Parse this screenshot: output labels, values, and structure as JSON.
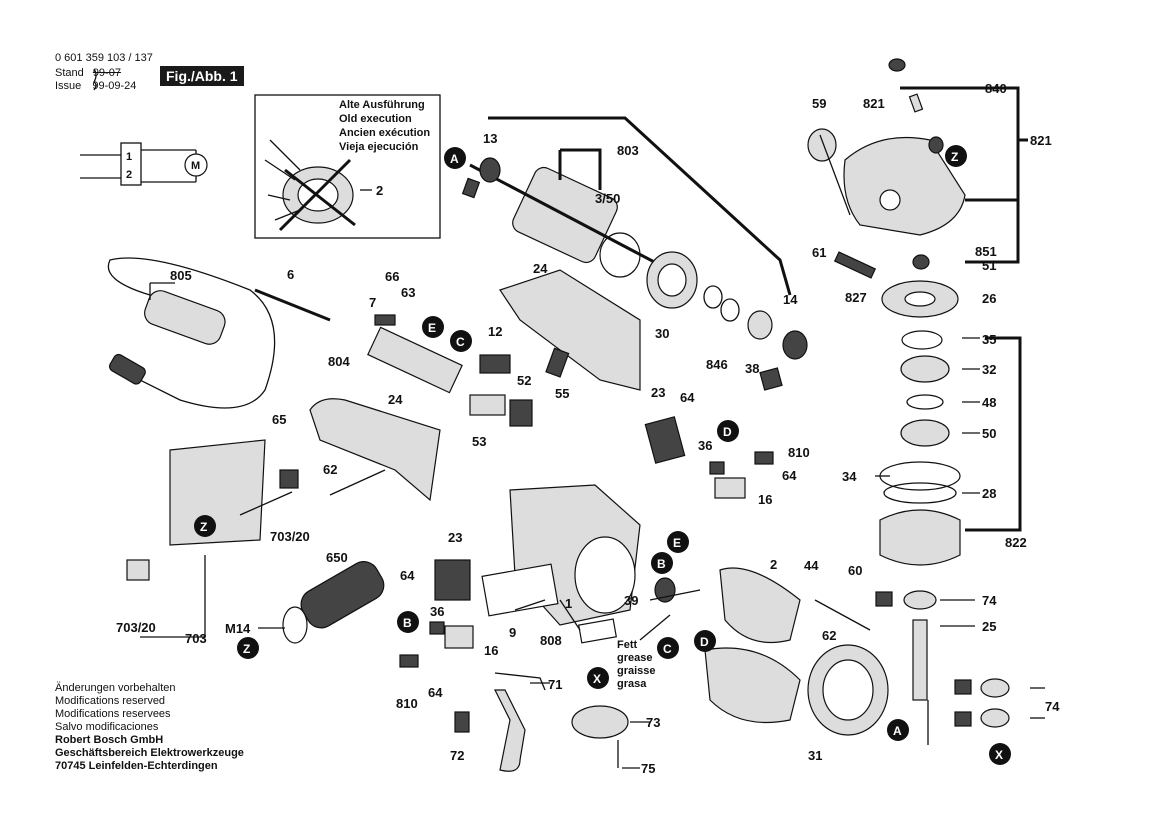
{
  "header": {
    "part_number": "0 601 359 103 / 137",
    "stand_label": "Stand",
    "stand_old": "99-07",
    "issue_label": "Issue",
    "issue_date": "99-09-24",
    "figure_label": "Fig./Abb. 1"
  },
  "inset": {
    "lines": [
      "Alte Ausführung",
      "Old execution",
      "Ancien exécution",
      "Vieja ejecución"
    ],
    "part": "2"
  },
  "wiring": {
    "terminal_1": "1",
    "terminal_2": "2",
    "motor": "M"
  },
  "grease_note": [
    "Fett",
    "grease",
    "graisse",
    "grasa"
  ],
  "footer": {
    "notes": [
      "Änderungen vorbehalten",
      "Modifications reserved",
      "Modifications reservees",
      "Salvo modificaciones"
    ],
    "company": [
      "Robert Bosch GmbH",
      "Geschäftsbereich Elektrowerkzeuge",
      "70745 Leinfelden-Echterdingen"
    ]
  },
  "badges": {
    "A": "A",
    "B": "B",
    "C": "C",
    "D": "D",
    "E": "E",
    "X": "X",
    "Z": "Z"
  },
  "part_labels": {
    "p13": "13",
    "p803": "803",
    "p350": "3/50",
    "p59": "59",
    "p821a": "821",
    "p840": "840",
    "p821b": "821",
    "p805": "805",
    "p6": "6",
    "p66": "66",
    "p7": "7",
    "p63": "63",
    "p24a": "24",
    "p12": "12",
    "p804": "804",
    "p52": "52",
    "p55": "55",
    "p30": "30",
    "p846": "846",
    "p38": "38",
    "p14": "14",
    "p61": "61",
    "p851": "851",
    "p51": "51",
    "p827": "827",
    "p26": "26",
    "p35": "35",
    "p32": "32",
    "p48": "48",
    "p50": "50",
    "p34": "34",
    "p28": "28",
    "p822": "822",
    "p65": "65",
    "p24b": "24",
    "p53": "53",
    "p23a": "23",
    "p64a": "64",
    "p36a": "36",
    "p810a": "810",
    "p64b": "64",
    "p16a": "16",
    "p62a": "62",
    "p70320a": "703/20",
    "p70320b": "703/20",
    "p703": "703",
    "p650": "650",
    "pM14": "M14",
    "p23b": "23",
    "p64c": "64",
    "p1": "1",
    "p9": "9",
    "p808": "808",
    "p39": "39",
    "p2": "2",
    "p44": "44",
    "p60": "60",
    "p74a": "74",
    "p62b": "62",
    "p25": "25",
    "p36b": "36",
    "p16b": "16",
    "p810b": "810",
    "p64d": "64",
    "p71": "71",
    "p73": "73",
    "p72": "72",
    "p75": "75",
    "p31": "31",
    "p74b": "74"
  }
}
